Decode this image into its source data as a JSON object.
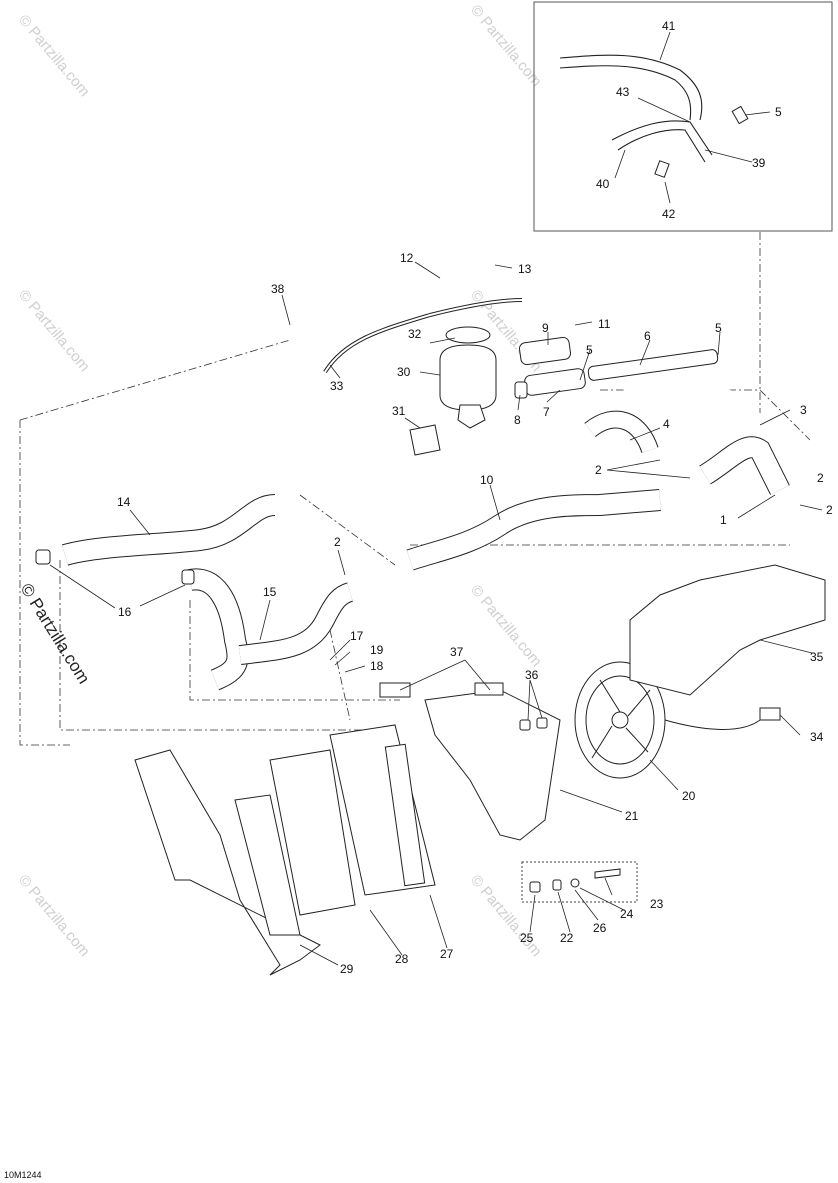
{
  "diagram": {
    "doc_code": "10M1244",
    "watermark": "© Partzilla.com",
    "callouts": [
      "1",
      "2",
      "2",
      "2",
      "2",
      "3",
      "4",
      "5",
      "5",
      "5",
      "6",
      "7",
      "8",
      "9",
      "10",
      "11",
      "12",
      "13",
      "14",
      "15",
      "16",
      "16",
      "17",
      "18",
      "19",
      "20",
      "21",
      "22",
      "23",
      "24",
      "25",
      "26",
      "27",
      "28",
      "29",
      "30",
      "31",
      "32",
      "33",
      "34",
      "35",
      "36",
      "37",
      "38",
      "39",
      "40",
      "41",
      "42",
      "43"
    ]
  }
}
